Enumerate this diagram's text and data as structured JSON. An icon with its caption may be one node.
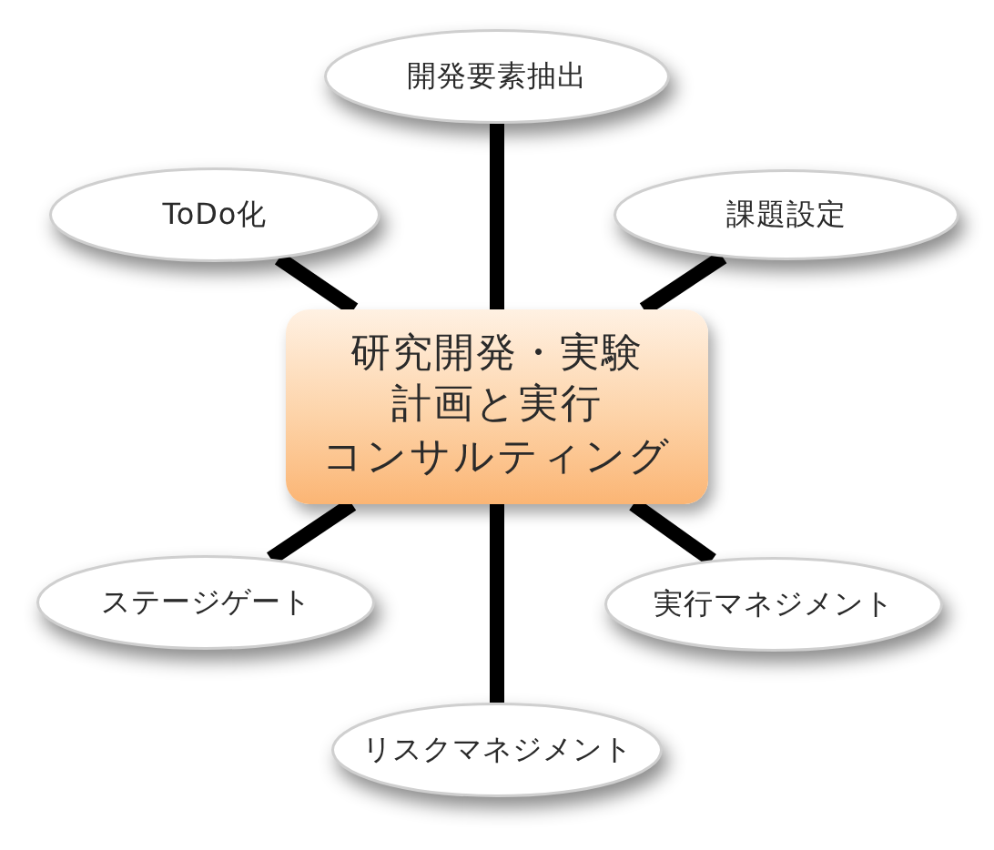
{
  "diagram": {
    "nodes": [
      {
        "text": [
          "開発要素抽出"
        ]
      },
      {
        "text": [
          "ToDo化"
        ]
      },
      {
        "text": [
          "課題設定"
        ]
      },
      {
        "text": [
          "研究開発・実験計画と実行コンサルティング"
        ]
      },
      {
        "text": [
          "ステージゲート"
        ]
      },
      {
        "text": [
          "実行マネジメント"
        ]
      },
      {
        "text": [
          "リスクマネジメント"
        ]
      }
    ],
    "edges": [
      {
        "from": 3,
        "to": 0,
        "arrow": "none"
      },
      {
        "from": 3,
        "to": 1,
        "arrow": "none"
      },
      {
        "from": 3,
        "to": 2,
        "arrow": "none"
      },
      {
        "from": 3,
        "to": 4,
        "arrow": "none"
      },
      {
        "from": 3,
        "to": 5,
        "arrow": "none"
      },
      {
        "from": 3,
        "to": 6,
        "arrow": "none"
      }
    ]
  }
}
